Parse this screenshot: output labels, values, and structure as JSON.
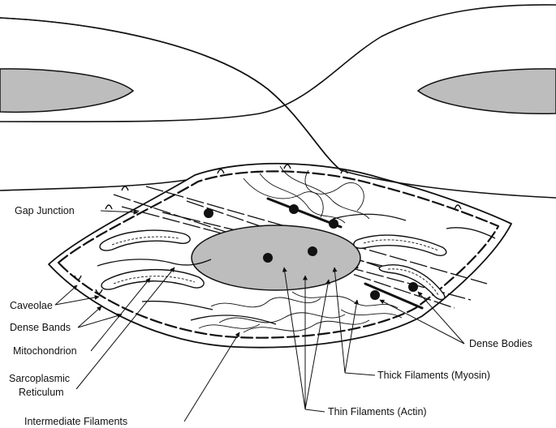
{
  "diagram": {
    "labels": {
      "gap_junction": "Gap Junction",
      "caveolae": "Caveolae",
      "dense_bands": "Dense Bands",
      "mitochondrion": "Mitochondrion",
      "sarcoplasmic_line1": "Sarcoplasmic",
      "sarcoplasmic_line2": "Reticulum",
      "intermediate_filaments": "Intermediate Filaments",
      "dense_bodies": "Dense Bodies",
      "thick_filaments": "Thick Filaments (Myosin)",
      "thin_filaments": "Thin Filaments (Actin)"
    },
    "colors": {
      "nucleus_fill": "#bdbdbd",
      "line": "#111111",
      "background": "#ffffff"
    }
  }
}
